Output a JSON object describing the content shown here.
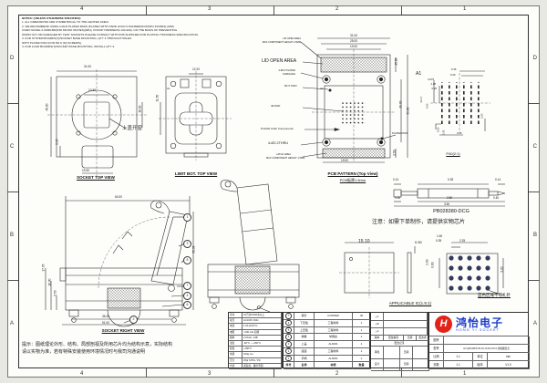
{
  "frame": {
    "cols": [
      "4",
      "3",
      "2",
      "1"
    ],
    "rows": [
      "D",
      "C",
      "B",
      "A"
    ]
  },
  "colors": {
    "accent_red": "#e2231a",
    "brand_blue": "#1f3ec8",
    "ball_navy": "#333a5c"
  },
  "notes": {
    "title": "NOTES: (UNLESS OTHERWISE SPECIFIED):",
    "lines": [
      "1. ALL DIMENSIONS ARE SYMMETRICAL TO THE CENTER LINES.",
      "2. WE RECOMMEND USING GOLD PLATED PADS (PLATED WITH HARD GOLD 0.0013MM(50 MICRO INCHES) (MIN)",
      "OVER NICKEL 0.00381MM(150 MICRO INCHES)(MIN), KNOOP HARDNESS 130-200). ON THE BASIS OF PREVENTING",
      "WORN OUT OR DAMAGED BY TEST SOCKETS PLEASE CONSULT WITH PCB SUPPLIER FOR PLATING THICKNESS SPECIFICATION.",
      "3. FOR SYSTEM BOARDS(T)/SOCKET BASE MOUNTING, QTY 4 THROUGH HOLES",
      "WITH PLATED PAD (FOR M2.0 (SI) SCREWS).",
      "4. FOR LOAD BOARDS(T)/SOCKET BASE MOUNTING, INSTALL QTY 4."
    ]
  },
  "socket_top": {
    "title": "SOCKET TOP VIEW",
    "window_label": "上盖开窗",
    "dims": [
      "31.00",
      "48.00",
      "10.30",
      "16.00",
      "5.25",
      "19.30"
    ]
  },
  "limit_bot": {
    "title": "LIMIT BOT. TOP VIEW",
    "a1": "A1",
    "dims": [
      "12.20",
      "11.50"
    ]
  },
  "pcb": {
    "title": "PCB PATTERN (Top View)",
    "subtitle": "PCB板厚1.6mm",
    "labels": {
      "lid_small_1": "LID OPEN AREA",
      "lid_small_2": "MAX COMPONENT HEIGHT 2.0MM",
      "lid_open": "LID OPEN AREA",
      "plated_1": "4-Ø2.5 PLATED",
      "plated_2": "SURFACES",
      "m25": "M2.5 THRU",
      "a1": "A1",
      "pad40": "40-PAD",
      "prohibit": "Prohibit Cloth Components",
      "thru": "4-Ø2.2THRU",
      "latch_1": "LATCH AREA",
      "latch_2": "MAX COMPONENT HEIGHT 1.5MM",
      "plated_pads": "PLATED PADS"
    },
    "dims": [
      "31.00",
      "25.00",
      "19.00",
      "15.00",
      "30.00",
      "39.00",
      "19.00",
      "2.50"
    ]
  },
  "p40": {
    "title": "P40(2:1)",
    "a1": "A1",
    "dims": [
      "6.35",
      "5.00",
      "4.675",
      "2.25",
      "0.35",
      "11.17",
      "4.50",
      "0.25",
      "0.50",
      "0.35",
      "2.60"
    ]
  },
  "pin": {
    "part_no": "PB028380-DCG",
    "dims_top": [
      "0.14",
      "0.28",
      "0.14"
    ],
    "dims_bottom": [
      "0.50",
      "2.50",
      "0.40",
      "3.50"
    ]
  },
  "order_note": "注意：如需下单制作，请提供实物芯片",
  "ic": {
    "title": "APPLICABLE IC(1.5:1)",
    "blue_note": "蓝色区域不可扎针",
    "dims": [
      "15.10",
      "0.50",
      "1.60",
      "0.35",
      "2.25",
      "2.00",
      "0.80",
      "3.20"
    ]
  },
  "socket_right": {
    "title": "SOCKET RIGHT VIEW",
    "balloons": [
      "1",
      "3",
      "5",
      "7",
      "4",
      "6",
      "2"
    ],
    "dims": [
      "60.00",
      "50.36",
      "17.05",
      "10.30",
      "5.50",
      "36.30",
      "51.00"
    ]
  },
  "bottom_note": {
    "line1": "提示：图纸理论外形、结构、局部剖视及所用芯片均为结构示意，实际结构",
    "line2": "请以实物为准，若有特殊安装使用环境情况时与我司沟通说明"
  },
  "spec": {
    "rows": [
      {
        "k": "寿命",
        "v": "10万次/1000次以上"
      },
      {
        "k": "耐压",
        "v": "AC100V 1Min"
      },
      {
        "k": "电流",
        "v": "1.0A (100°C)"
      },
      {
        "k": "电阻",
        "v": "<100 mΩ 初期"
      },
      {
        "k": "频率",
        "v": "2.0GHz -1dB"
      },
      {
        "k": "温度",
        "v": "-60°C ~ +150°C"
      },
      {
        "k": "耐温",
        "v": "+150°C"
      },
      {
        "k": "重量",
        "v": "100g net"
      },
      {
        "k": "压力",
        "v": "25gf ±25% / Pin"
      },
      {
        "k": "方式",
        "v": "表贴式，螺丝紧固"
      }
    ]
  },
  "bom": {
    "headers": [
      "序号",
      "名称",
      "材质",
      "数量"
    ],
    "rows": [
      {
        "no": "7",
        "name": "探针",
        "mat": "COPPER",
        "qty": "40"
      },
      {
        "no": "6",
        "name": "下压板",
        "mat": "工程材料",
        "qty": "1"
      },
      {
        "no": "5",
        "name": "上压板",
        "mat": "工程材料",
        "qty": "1"
      },
      {
        "no": "4",
        "name": "弹簧",
        "mat": "琴钢丝",
        "qty": "1"
      },
      {
        "no": "3",
        "name": "上盖",
        "mat": "AL6061",
        "qty": "1"
      },
      {
        "no": "2",
        "name": "底座",
        "mat": "工程材料",
        "qty": "1"
      },
      {
        "no": "1",
        "name": "手柄",
        "mat": "AL6061",
        "qty": "1"
      }
    ]
  },
  "rev": {
    "marks": [
      "△C",
      "△B",
      "△A"
    ],
    "headers": [
      "版本",
      "更改事项",
      "日期",
      "更改者"
    ],
    "record": "更改记录",
    "row1": {
      "role": "审核",
      "date": "日期"
    },
    "row2": {
      "role": "设计",
      "date": "日期"
    }
  },
  "title_block": {
    "logo_mark": "H",
    "logo_cn": "鸿怡电子",
    "logo_en": "HONG YI SOCKET",
    "fields": {
      "drawing_no_label": "图号",
      "drawing_no": "",
      "model_label": "型号",
      "model": "HYQFN40P0.35-15.1X15.1X0.5-金属翻盖式",
      "scale_label": "比例",
      "scale": "1:1",
      "unit_label": "单位",
      "unit": "mm",
      "page_label": "页数",
      "page": "1-1",
      "version_label": "版本",
      "version": "V1.0"
    }
  }
}
